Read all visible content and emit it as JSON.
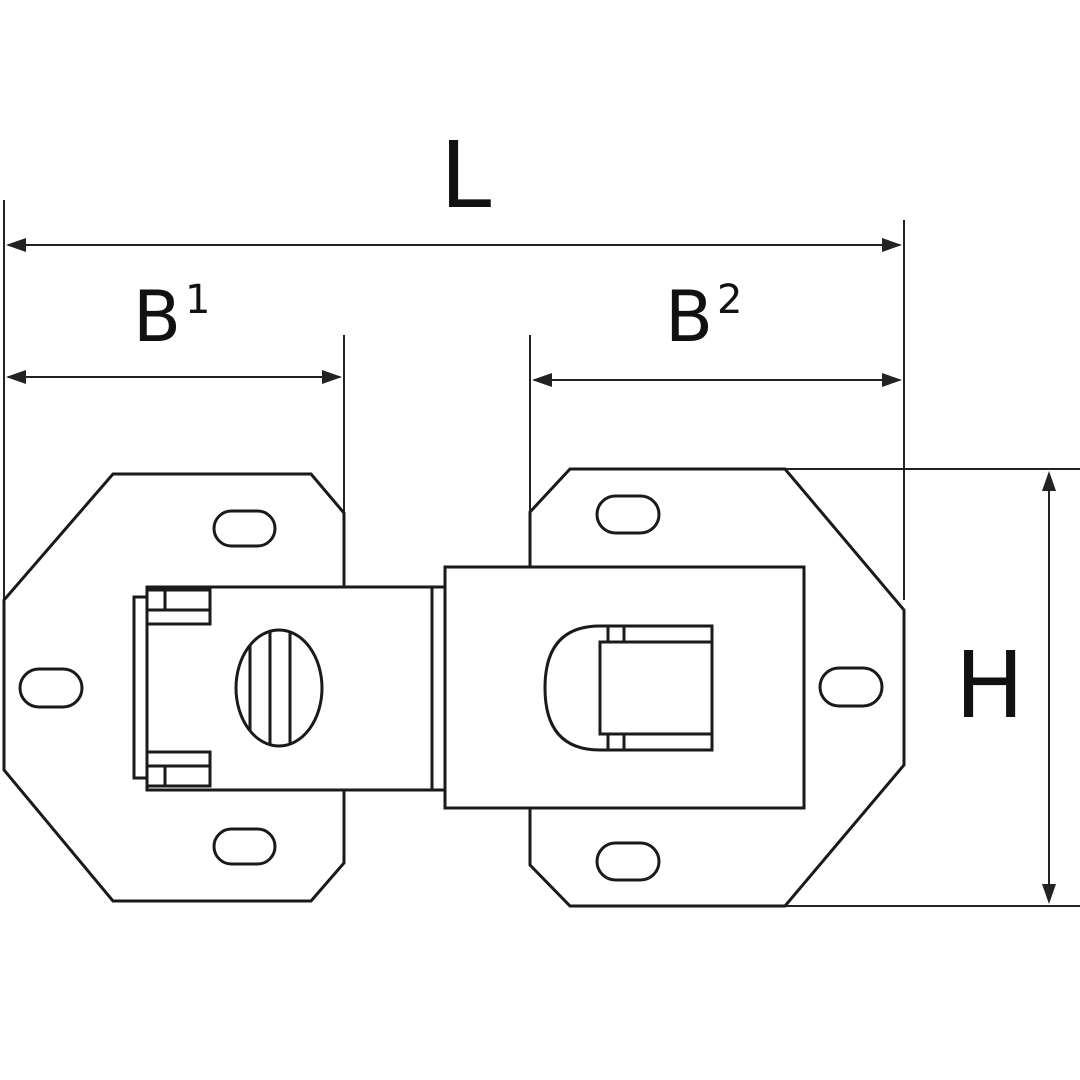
{
  "dimensions": {
    "length": "L",
    "width_left": {
      "base": "B",
      "sup": "1"
    },
    "width_right": {
      "base": "B",
      "sup": "2"
    },
    "height": "H"
  },
  "colors": {
    "line": "#1a1a1a",
    "background": "#ffffff"
  }
}
